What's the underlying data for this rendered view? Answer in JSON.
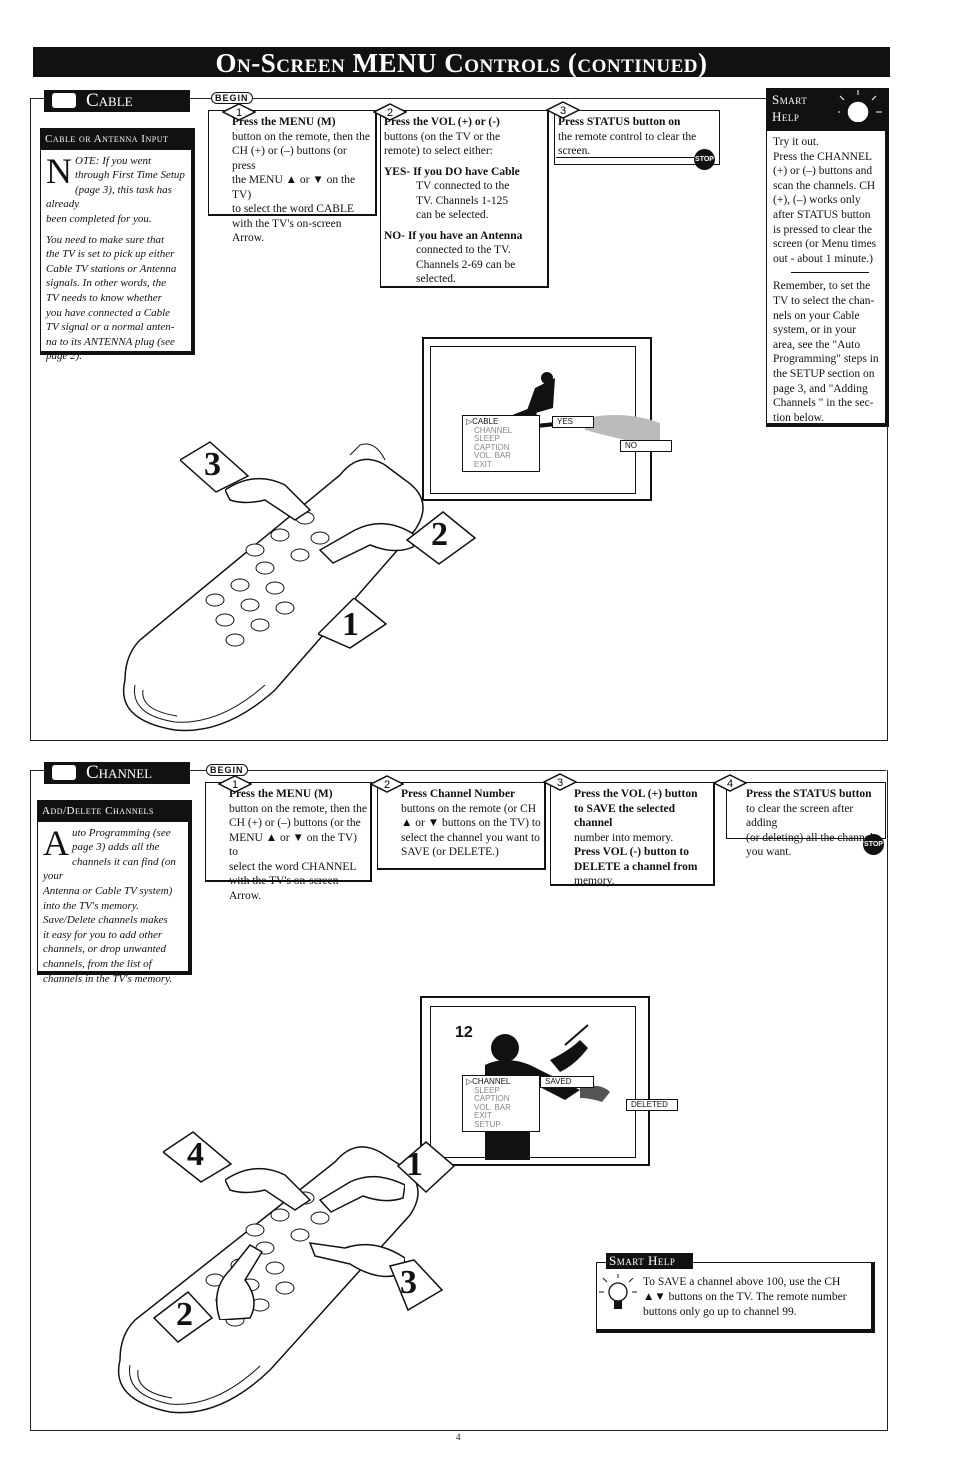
{
  "header": {
    "title": "On-Screen MENU Controls (continued)"
  },
  "cable": {
    "tab_label": "Cable",
    "begin_label": "BEGIN",
    "note": {
      "heading": "Cable or Antenna Input",
      "dropcap": "N",
      "lines": [
        "OTE: If you went",
        "through First Time Setup",
        "(page 3), this task has already",
        "been completed for you.",
        "You need to make sure that",
        "the TV is set to pick up either",
        "Cable TV stations or Antenna",
        "signals.  In other words, the",
        "TV needs to know whether",
        "you have connected a Cable",
        "TV signal or a normal anten-",
        "na to its ANTENNA plug (see",
        "page 2)."
      ]
    },
    "step1": {
      "num": "1",
      "lines": [
        "Press the MENU (M)",
        "button on the remote, then the",
        "CH (+) or (–) buttons (or press",
        "the MENU ▲ or ▼ on the TV)",
        "to select the word CABLE",
        "with the TV's on-screen Arrow."
      ]
    },
    "step2": {
      "num": "2",
      "lines": [
        "Press the VOL (+) or (-)",
        "buttons (on the TV or the",
        "remote) to select either:",
        "YES-   If you DO have Cable",
        "TV connected to the",
        "TV. Channels 1-125",
        "can be selected.",
        "NO-   If you have an Antenna",
        "connected to the TV.",
        "Channels 2-69 can be",
        "selected."
      ]
    },
    "step3": {
      "num": "3",
      "lines": [
        "Press STATUS button on",
        "the remote control to clear the",
        "screen."
      ]
    },
    "stop_label": "STOP",
    "smart_help": {
      "heading_line1": "Smart",
      "heading_line2": "Help",
      "lines": [
        "Try it out.",
        "Press the CHANNEL",
        "(+) or (–) buttons and",
        "scan the channels. CH",
        "(+), (–) works only",
        "after STATUS button",
        "is pressed to clear the",
        "screen (or Menu times",
        "out - about 1 minute.)"
      ],
      "lines2": [
        "Remember,  to set the",
        "TV to select the chan-",
        "nels on your Cable",
        "system, or in your",
        "area, see the \"Auto",
        "Programming\" steps in",
        "the SETUP section on",
        "page 3, and \"Adding",
        "Channels \" in the sec-",
        "tion below."
      ]
    },
    "tv_menu": {
      "items": [
        "▷CABLE",
        "CHANNEL",
        "SLEEP",
        "CAPTION",
        "VOL. BAR",
        "EXIT"
      ],
      "yes": "YES",
      "no": "NO"
    },
    "callouts": [
      "3",
      "2",
      "1"
    ]
  },
  "channel": {
    "tab_label": "Channel",
    "begin_label": "BEGIN",
    "note": {
      "heading": "Add/Delete Channels",
      "dropcap": "A",
      "lines": [
        "uto Programming (see",
        "page 3) adds all the",
        "channels it can find (on your",
        "Antenna or Cable TV system)",
        "into the TV's memory.",
        "Save/Delete channels makes",
        "it easy for you to add other",
        "channels, or drop unwanted",
        "channels, from the list of",
        "channels in the TV's memory."
      ]
    },
    "step1": {
      "num": "1",
      "lines": [
        "Press the MENU (M)",
        "button on the remote, then the",
        "CH (+) or (–) buttons  (or the",
        "MENU ▲ or ▼ on the TV) to",
        "select the word CHANNEL",
        "with the TV's on-screen Arrow."
      ]
    },
    "step2": {
      "num": "2",
      "lines": [
        "Press Channel Number",
        "buttons on the remote (or CH",
        "▲ or ▼ buttons on the TV) to",
        "select the channel you want to",
        "SAVE (or DELETE.)"
      ]
    },
    "step3": {
      "num": "3",
      "lines": [
        "Press the VOL (+) button",
        "to SAVE the selected channel",
        "number into memory.",
        "Press VOL (-) button to",
        "DELETE a channel from",
        "memory."
      ]
    },
    "step4": {
      "num": "4",
      "lines": [
        "Press the STATUS button",
        "to clear the screen after adding",
        "(or deleting) all the channels",
        "you want."
      ]
    },
    "stop_label": "STOP",
    "tv_channel_number": "12",
    "tv_menu": {
      "items": [
        "▷CHANNEL",
        "SLEEP",
        "CAPTION",
        "VOL. BAR",
        "EXIT",
        "SETUP"
      ],
      "saved": "SAVED",
      "deleted": "DELETED"
    },
    "smart_help": {
      "heading": "Smart Help",
      "lines": [
        "To SAVE  a channel above 100, use the CH",
        "▲▼ buttons on the TV. The remote number",
        "buttons only go up to channel 99."
      ]
    },
    "callouts": [
      "4",
      "1",
      "3",
      "2"
    ]
  },
  "footer": {
    "page_number": "4"
  }
}
